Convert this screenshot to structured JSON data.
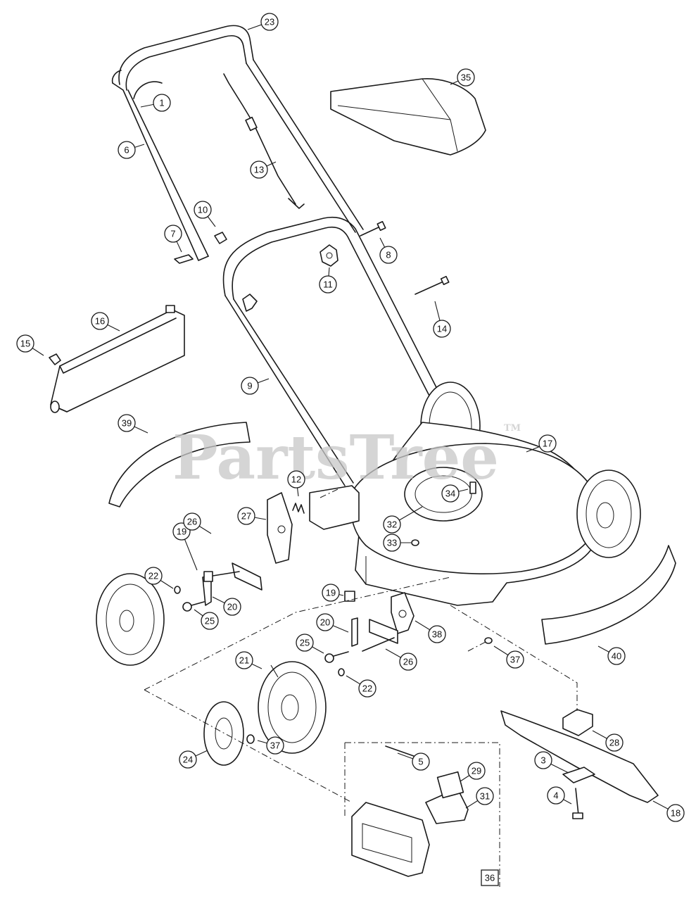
{
  "watermark": {
    "text": "PartsTree",
    "tm": "TM"
  },
  "callouts": [
    {
      "id": "c1",
      "label": "1"
    },
    {
      "id": "c3",
      "label": "3"
    },
    {
      "id": "c4",
      "label": "4"
    },
    {
      "id": "c5",
      "label": "5"
    },
    {
      "id": "c6",
      "label": "6"
    },
    {
      "id": "c7",
      "label": "7"
    },
    {
      "id": "c8",
      "label": "8"
    },
    {
      "id": "c9",
      "label": "9"
    },
    {
      "id": "c10",
      "label": "10"
    },
    {
      "id": "c11",
      "label": "11"
    },
    {
      "id": "c12",
      "label": "12"
    },
    {
      "id": "c13",
      "label": "13"
    },
    {
      "id": "c14",
      "label": "14"
    },
    {
      "id": "c15",
      "label": "15"
    },
    {
      "id": "c16",
      "label": "16"
    },
    {
      "id": "c17",
      "label": "17"
    },
    {
      "id": "c18",
      "label": "18"
    },
    {
      "id": "c19a",
      "label": "19"
    },
    {
      "id": "c19b",
      "label": "19"
    },
    {
      "id": "c20a",
      "label": "20"
    },
    {
      "id": "c20b",
      "label": "20"
    },
    {
      "id": "c21",
      "label": "21"
    },
    {
      "id": "c22a",
      "label": "22"
    },
    {
      "id": "c22b",
      "label": "22"
    },
    {
      "id": "c23",
      "label": "23"
    },
    {
      "id": "c24",
      "label": "24"
    },
    {
      "id": "c25a",
      "label": "25"
    },
    {
      "id": "c25b",
      "label": "25"
    },
    {
      "id": "c26a",
      "label": "26"
    },
    {
      "id": "c26b",
      "label": "26"
    },
    {
      "id": "c27",
      "label": "27"
    },
    {
      "id": "c28",
      "label": "28"
    },
    {
      "id": "c29",
      "label": "29"
    },
    {
      "id": "c31",
      "label": "31"
    },
    {
      "id": "c32",
      "label": "32"
    },
    {
      "id": "c33",
      "label": "33"
    },
    {
      "id": "c34",
      "label": "34"
    },
    {
      "id": "c35",
      "label": "35"
    },
    {
      "id": "c37a",
      "label": "37"
    },
    {
      "id": "c37b",
      "label": "37"
    },
    {
      "id": "c38",
      "label": "38"
    },
    {
      "id": "c39",
      "label": "39"
    },
    {
      "id": "c40",
      "label": "40"
    }
  ],
  "box_label": "36"
}
